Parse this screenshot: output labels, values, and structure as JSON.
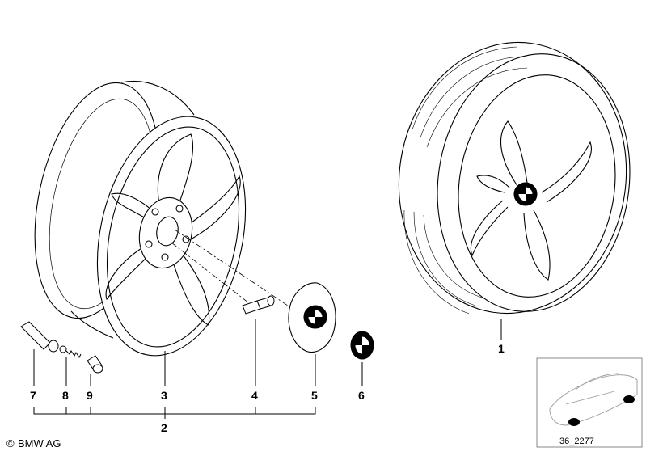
{
  "callouts": [
    {
      "id": "1",
      "label": "1"
    },
    {
      "id": "2",
      "label": "2"
    },
    {
      "id": "3",
      "label": "3"
    },
    {
      "id": "4",
      "label": "4"
    },
    {
      "id": "5",
      "label": "5"
    },
    {
      "id": "6",
      "label": "6"
    },
    {
      "id": "7",
      "label": "7"
    },
    {
      "id": "8",
      "label": "8"
    },
    {
      "id": "9",
      "label": "9"
    }
  ],
  "copyright": "BMW AG",
  "copyright_symbol": "©",
  "thumbnail": {
    "ref_code": "36_2277"
  },
  "colors": {
    "line": "#000000",
    "background": "#ffffff",
    "thumb_border": "#888888",
    "thumb_line": "#9a9a9a"
  }
}
